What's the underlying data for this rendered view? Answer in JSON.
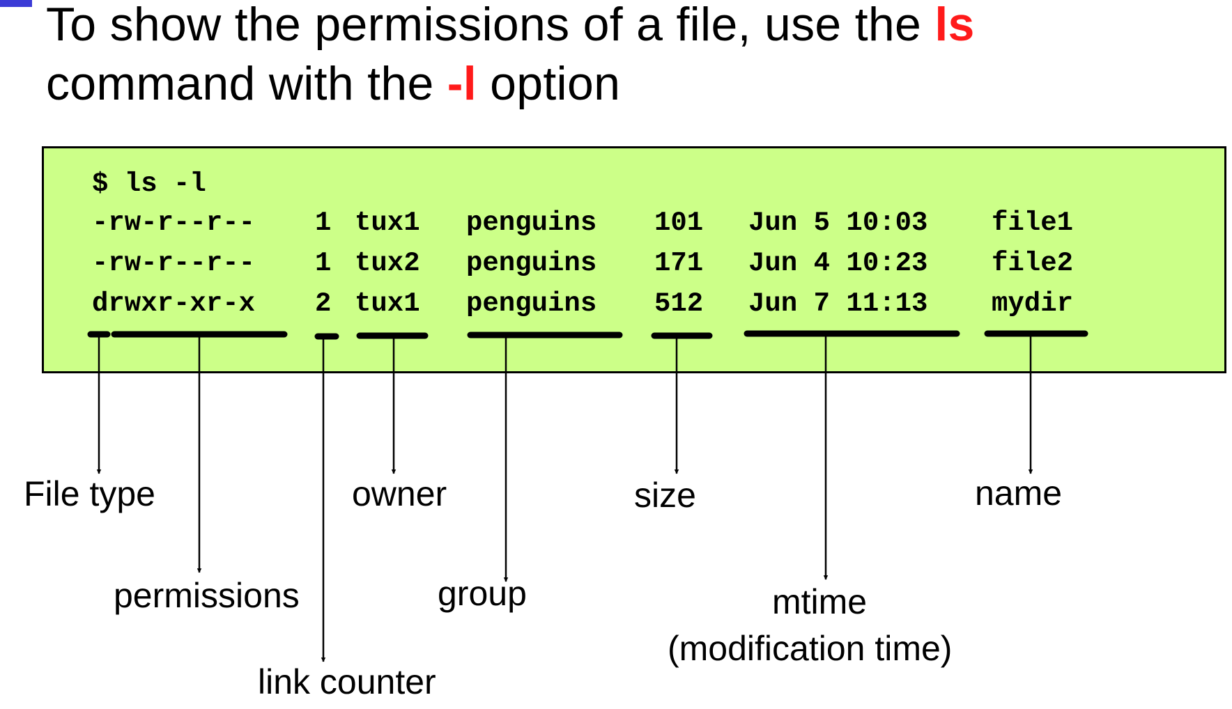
{
  "title": {
    "line1_prefix": "To show the permissions of a file, use the ",
    "line1_keyword": "ls",
    "line2_prefix": "command with the ",
    "line2_keyword": "-l",
    "line2_suffix": " option"
  },
  "terminal": {
    "prompt": "$ ls -l",
    "rows": [
      {
        "perms": "-rw-r--r--",
        "links": "1",
        "owner": "tux1",
        "group": "penguins",
        "size": "101",
        "mtime": "Jun 5 10:03",
        "name": "file1"
      },
      {
        "perms": "-rw-r--r--",
        "links": "1",
        "owner": "tux2",
        "group": "penguins",
        "size": "171",
        "mtime": "Jun 4 10:23",
        "name": "file2"
      },
      {
        "perms": "drwxr-xr-x",
        "links": "2",
        "owner": "tux1",
        "group": "penguins",
        "size": "512",
        "mtime": "Jun 7 11:13",
        "name": "mydir"
      }
    ]
  },
  "labels": {
    "file_type": "File type",
    "permissions": "permissions",
    "link_counter": "link counter",
    "owner": "owner",
    "group": "group",
    "size": "size",
    "mtime": "mtime",
    "mtime_note": "(modification time)",
    "name": "name"
  },
  "colors": {
    "terminal_background": "#ccff88",
    "keyword": "#ff1a1a"
  }
}
